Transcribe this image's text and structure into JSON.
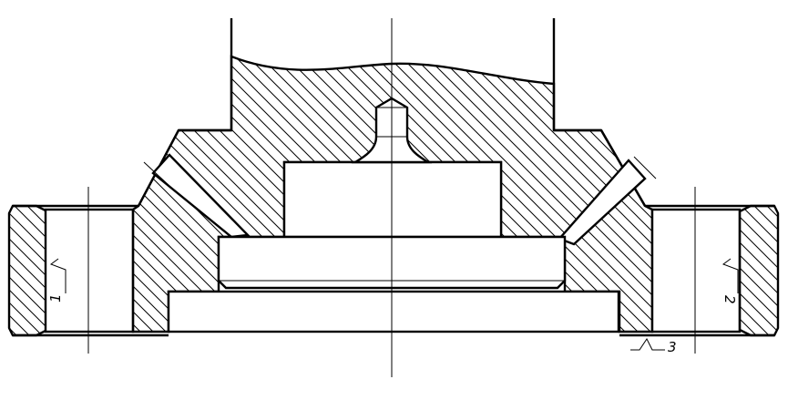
{
  "callouts": {
    "left": "1",
    "right": "2",
    "bottom": "3"
  }
}
